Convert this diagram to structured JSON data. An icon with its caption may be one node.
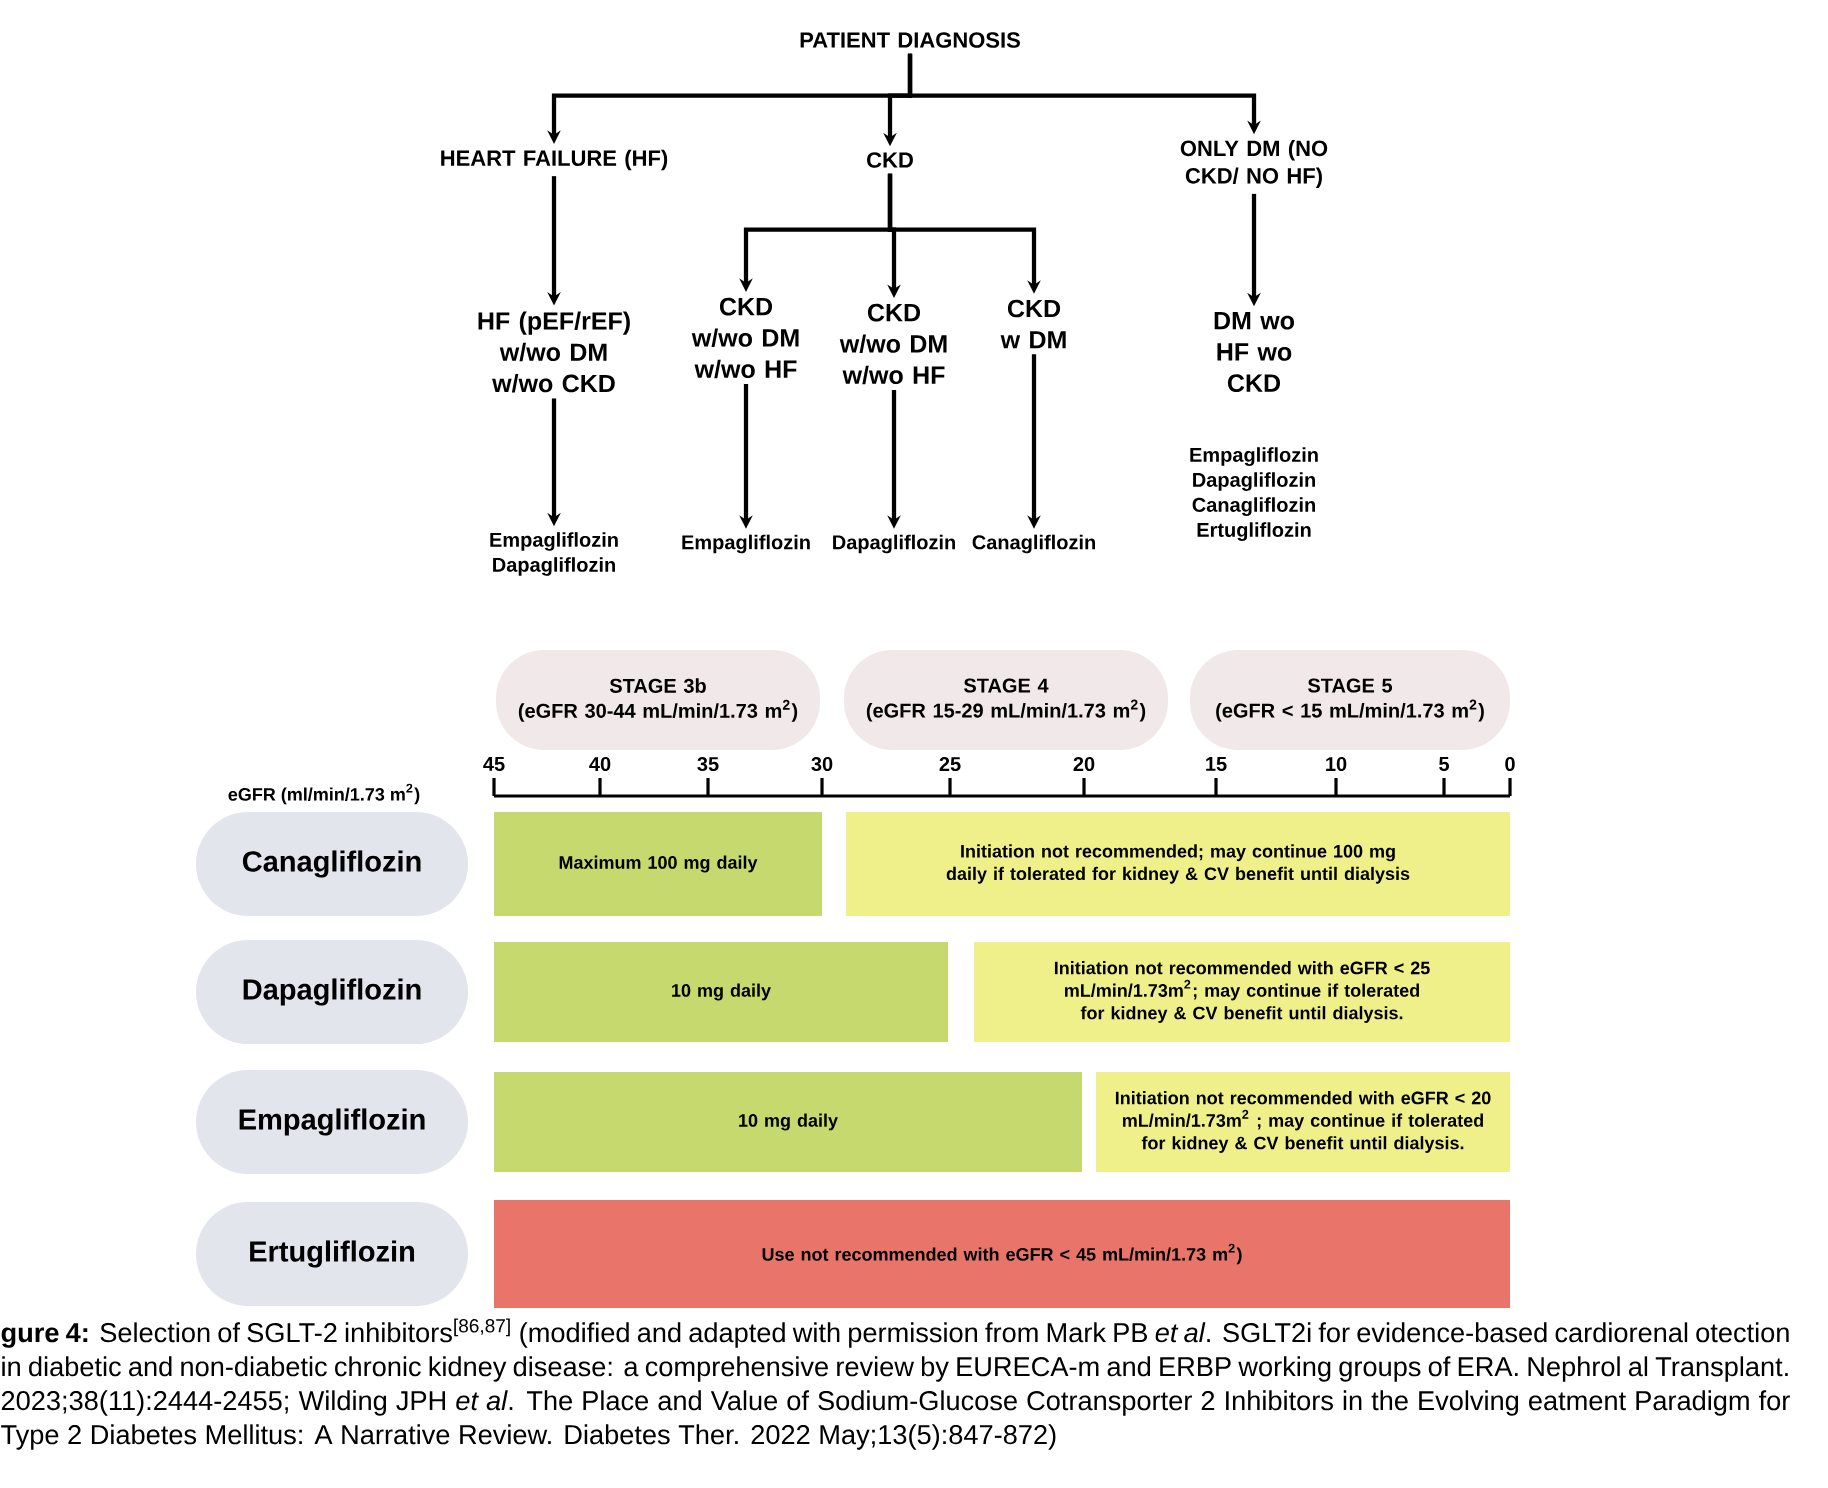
{
  "diagram": {
    "caption": "**gure 4:** Selection of SGLT-2 inhibitors$^{[86,87]}$ (modified and adapted with permission from Mark PB *et al*. SGLT2i for evidence-based cardiorenal otection in diabetic and non-diabetic chronic kidney disease: a comprehensive review by EURECA-m and ERBP working groups of ERA. Nephrol al Transplant. 2023;38(11):2444-2455; Wilding JPH *et al*. The Place and Value of Sodium-Glucose Cotransporter 2 Inhibitors in the Evolving eatment Paradigm for Type 2 Diabetes Mellitus: A Narrative Review. Diabetes Ther. 2022 May;13(5):847-872)",
    "nodes": [
      {
        "text": [
          "PATIENT DIAGNOSIS"
        ]
      },
      {
        "text": [
          "HEART FAILURE (HF)"
        ]
      },
      {
        "text": [
          "CKD"
        ]
      },
      {
        "text": [
          "ONLY DM (NO CKD/ NO HF)"
        ]
      },
      {
        "text": [
          "HF (pEF/rEF) w/wo DM w/wo CKD"
        ]
      },
      {
        "text": [
          "CKD w/wo DM w/wo HF"
        ]
      },
      {
        "text": [
          "CKD w/wo DM w/wo HF"
        ]
      },
      {
        "text": [
          "CKD w DM"
        ]
      },
      {
        "text": [
          "DM wo HF wo CKD"
        ],
        "beside": [
          "Empagliflozin",
          "Dapagliflozin",
          "Canagliflozin",
          "Ertugliflozin"
        ]
      },
      {
        "text": [
          "Empagliflozin",
          "Dapagliflozin"
        ]
      },
      {
        "text": [
          "Empagliflozin"
        ]
      },
      {
        "text": [
          "Dapagliflozin"
        ]
      },
      {
        "text": [
          "Canagliflozin"
        ]
      },
      {
        "text": [
          "STAGE 3b",
          "(eGFR 30-44 mL/min/1.73 m$^{2}$)"
        ]
      },
      {
        "text": [
          "STAGE 4",
          "(eGFR 15-29 mL/min/1.73 m$^{2}$)"
        ]
      },
      {
        "text": [
          "STAGE 5",
          "(eGFR < 15 mL/min/1.73 m$^{2}$)"
        ]
      },
      {
        "text": [
          "Canagliflozin"
        ]
      },
      {
        "text": [
          "Dapagliflozin"
        ]
      },
      {
        "text": [
          "Empagliflozin"
        ]
      },
      {
        "text": [
          "Ertugliflozin"
        ]
      },
      {
        "text": [
          "Maximum 100 mg daily"
        ]
      },
      {
        "text": [
          "Initiation not recommended; may continue 100 mg daily if tolerated for kidney & CV benefit until dialysis"
        ]
      },
      {
        "text": [
          "10 mg daily"
        ]
      },
      {
        "text": [
          "Initiation not recommended with eGFR < 25 mL/min/1.73m$^{2}$; may continue if tolerated for kidney & CV benefit until dialysis."
        ]
      },
      {
        "text": [
          "10 mg daily"
        ]
      },
      {
        "text": [
          "Initiation not recommended with eGFR < 20 mL/min/1.73m$^{2}$ ; may continue if tolerated for kidney & CV benefit until dialysis."
        ]
      },
      {
        "text": [
          "Use not recommended with eGFR < 45 mL/min/1.73 m$^{2}$)"
        ]
      }
    ],
    "edges": [
      {
        "from": 0,
        "to": 1,
        "arrow": "to"
      },
      {
        "from": 0,
        "to": 2,
        "arrow": "to"
      },
      {
        "from": 0,
        "to": 3,
        "arrow": "to"
      },
      {
        "from": 1,
        "to": 4,
        "arrow": "to"
      },
      {
        "from": 2,
        "to": 5,
        "arrow": "to"
      },
      {
        "from": 2,
        "to": 6,
        "arrow": "to"
      },
      {
        "from": 2,
        "to": 7,
        "arrow": "to"
      },
      {
        "from": 3,
        "to": 8,
        "arrow": "to"
      },
      {
        "from": 4,
        "to": 9,
        "arrow": "to"
      },
      {
        "from": 5,
        "to": 10,
        "arrow": "to"
      },
      {
        "from": 6,
        "to": 11,
        "arrow": "to"
      },
      {
        "from": 7,
        "to": 12,
        "arrow": "to"
      }
    ],
    "labels": [
      "eGFR (ml/min/1.73 m$^{2}$)",
      "45",
      "40",
      "35",
      "30",
      "25",
      "20",
      "15",
      "10",
      "5",
      "0"
    ]
  }
}
